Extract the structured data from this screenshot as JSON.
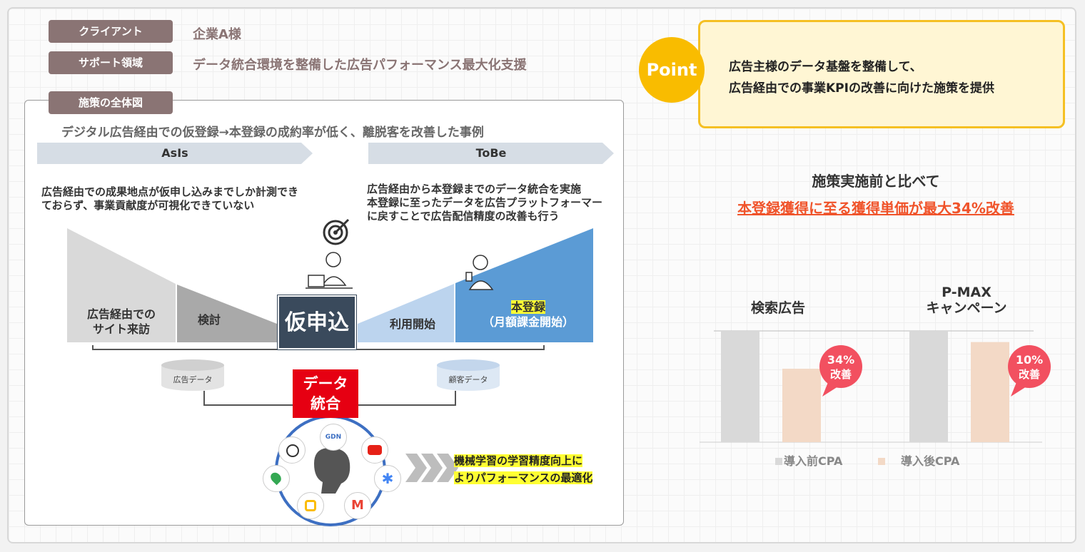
{
  "header": {
    "client_label": "クライアント",
    "client_value": "企業A様",
    "area_label": "サポート領域",
    "area_value": "データ統合環境を整備した広告パフォーマンス最大化支援",
    "overview_label": "施策の全体図"
  },
  "diagram": {
    "case_title": "デジタル広告経由での仮登録→本登録の成約率が低く、離脱客を改善した事例",
    "asis_label": "AsIs",
    "tobe_label": "ToBe",
    "asis_desc_1": "広告経由での成果地点が仮申し込みまでしか計測でき",
    "asis_desc_2": "ておらず、事業貢献度が可視化できていない",
    "tobe_desc_1": "広告経由から本登録までのデータ統合を実施",
    "tobe_desc_2": "本登録に至ったデータを広告プラットフォーマー",
    "tobe_desc_3": "に戻すことで広告配信精度の改善も行う",
    "stage_visit_1": "広告経由での",
    "stage_visit_2": "サイト来訪",
    "stage_review": "検討",
    "stage_provisional": "仮申込",
    "stage_start": "利用開始",
    "stage_register_1": "本登録",
    "stage_register_2": "（月額課金開始）",
    "ad_data": "広告データ",
    "customer_data": "顧客データ",
    "integration_1": "データ",
    "integration_2": "統合",
    "gdn_label": "GDN",
    "ml_text_1": "機械学習の学習精度向上に",
    "ml_text_2": "よりパフォーマンスの最適化"
  },
  "point": {
    "badge": "Point",
    "line1": "広告主様のデータ基盤を整備して、",
    "line2": "広告経由での事業KPIの改善に向けた施策を提供"
  },
  "result": {
    "line1": "施策実施前と比べて",
    "line2": "本登録獲得に至る獲得単価が最大34%改善"
  },
  "chart_data": {
    "type": "bar",
    "categories": [
      "検索広告",
      "P-MAXキャンペーン"
    ],
    "category_lines": [
      [
        "検索広告"
      ],
      [
        "P-MAX",
        "キャンペーン"
      ]
    ],
    "series": [
      {
        "name": "導入前CPA",
        "values": [
          100,
          100
        ],
        "color": "#d9d9d9"
      },
      {
        "name": "導入後CPA",
        "values": [
          66,
          90
        ],
        "color": "#f3d9c6"
      }
    ],
    "annotations": [
      {
        "category": "検索広告",
        "line1": "34%",
        "line2": "改善"
      },
      {
        "category": "P-MAXキャンペーン",
        "line1": "10%",
        "line2": "改善"
      }
    ],
    "ylim": [
      0,
      100
    ],
    "legend_position": "bottom",
    "accent_color": "#f25060"
  }
}
